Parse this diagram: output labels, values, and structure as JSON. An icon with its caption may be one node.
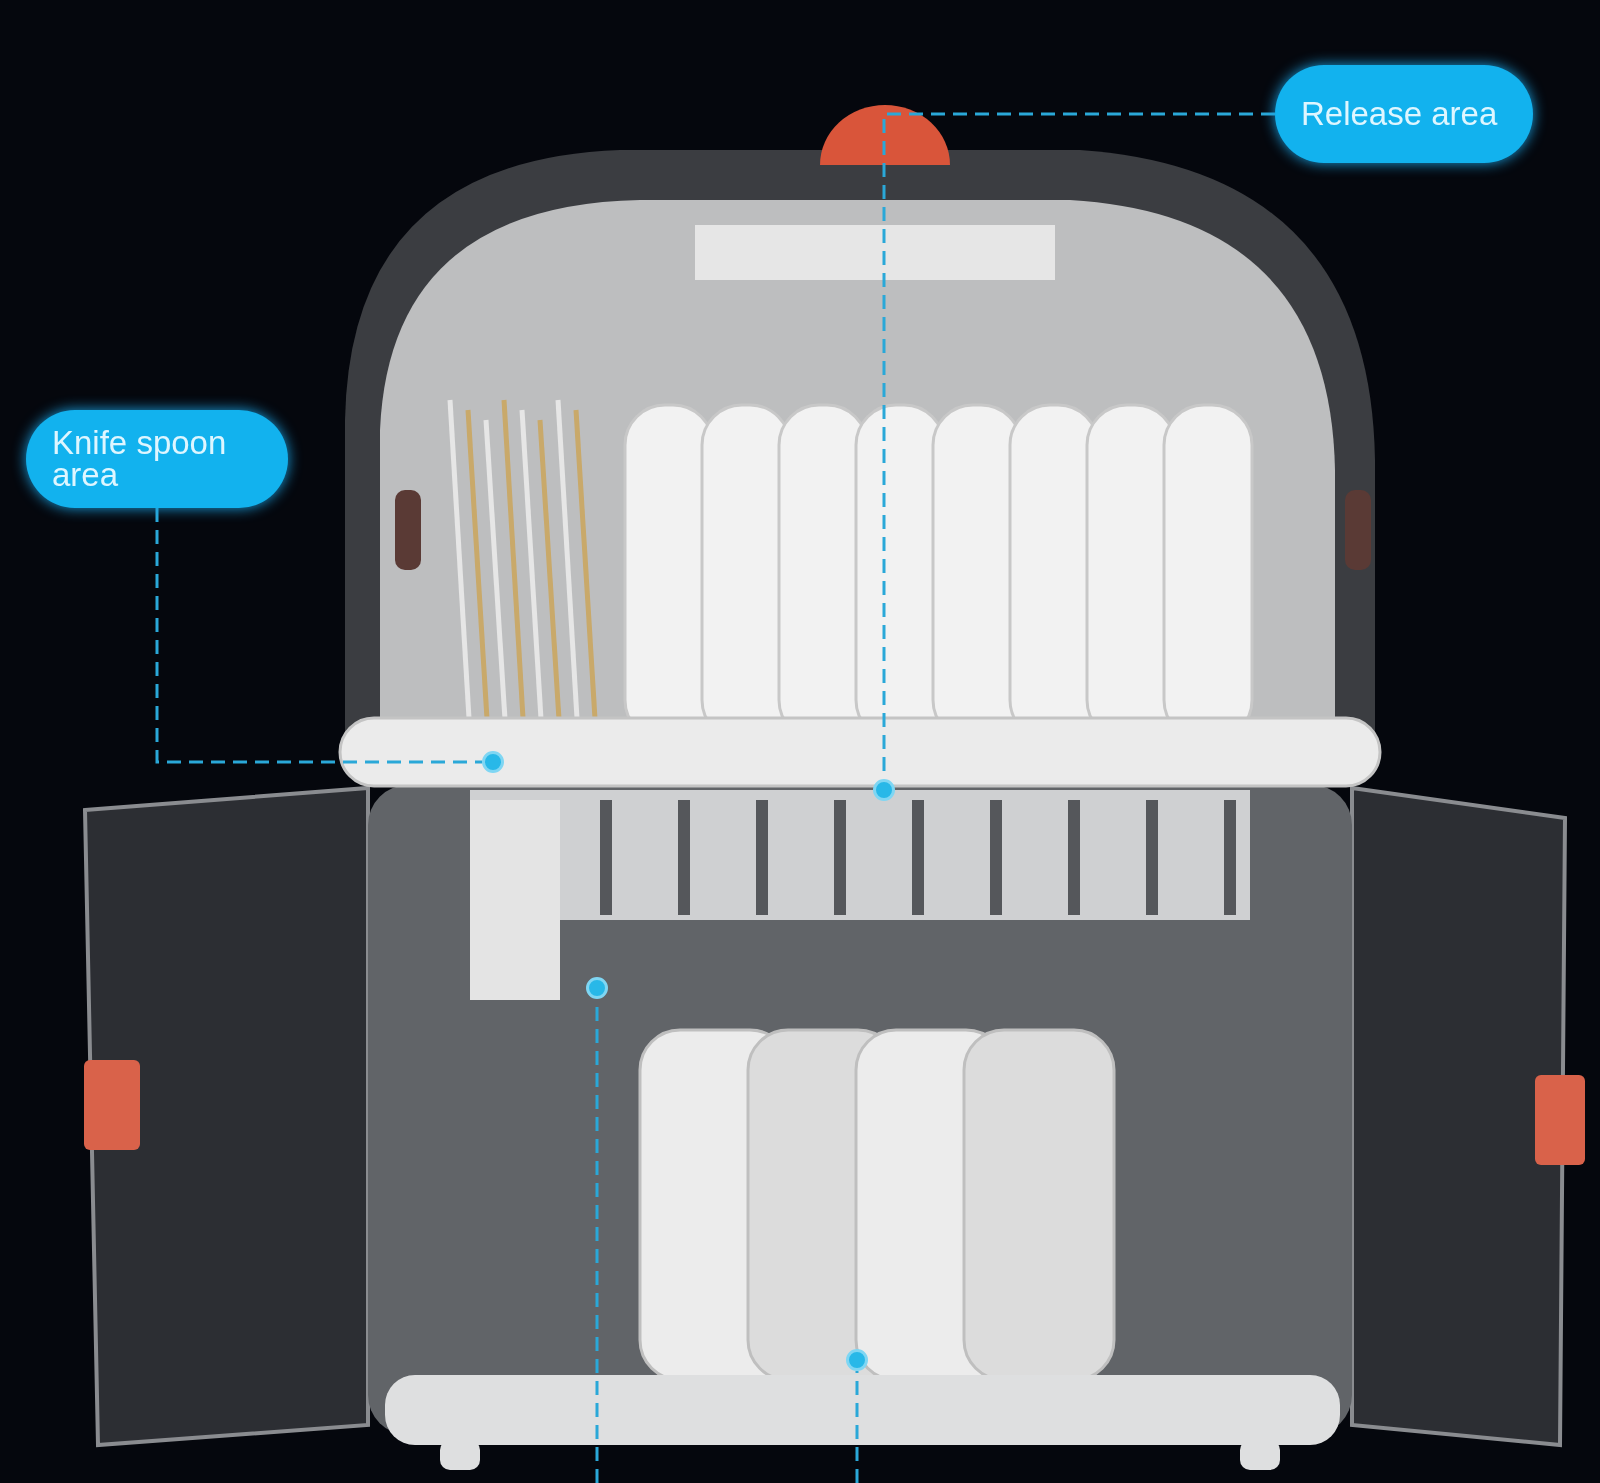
{
  "diagram": {
    "nodes": [
      {
        "text": [
          "Release area"
        ]
      },
      {
        "text": [
          "Knife spoon area"
        ]
      },
      {
        "text": [],
        "shape": "circle"
      },
      {
        "text": [],
        "shape": "circle"
      },
      {
        "text": [],
        "shape": "circle"
      },
      {
        "text": [],
        "shape": "circle"
      }
    ],
    "edges": [
      {
        "from": 0,
        "to": 2,
        "arrow": "none",
        "style": "dashed"
      },
      {
        "from": 1,
        "to": 3,
        "arrow": "none",
        "style": "dashed"
      },
      {
        "from": null,
        "to": 4,
        "arrow": "none",
        "style": "dashed"
      },
      {
        "from": null,
        "to": 5,
        "arrow": "none",
        "style": "dashed"
      }
    ]
  }
}
